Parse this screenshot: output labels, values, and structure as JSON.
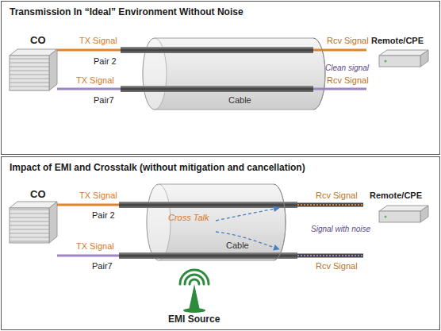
{
  "diagram": {
    "nodes": [
      {
        "text": [
          "Transmission In “Ideal” Environment Without Noise"
        ]
      },
      {
        "text": [
          "Impact of EMI and Crosstalk (without mitigation and cancellation)"
        ]
      }
    ],
    "labels": [
      "CO",
      "TX Signal",
      "Rcv Signal",
      "Remote/CPE",
      "Pair 2",
      "Clean signal",
      "TX Signal",
      "Pair7",
      "Cable",
      "Rcv Signal",
      "CO",
      "TX Signal",
      "Rcv Signal",
      "Remote/CPE",
      "Pair 2",
      "Cross Talk",
      "Signal with noise",
      "Cable",
      "TX Signal",
      "Pair7",
      "Rcv Signal",
      "EMI Source"
    ]
  }
}
